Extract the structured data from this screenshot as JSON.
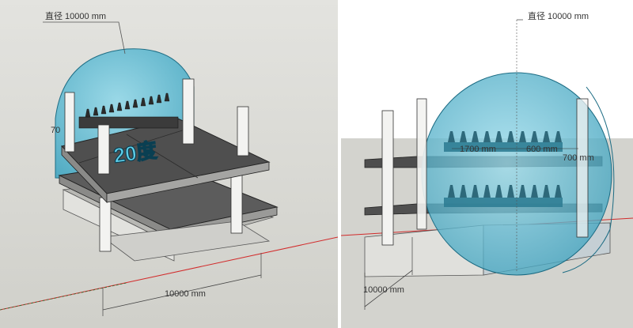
{
  "left_view": {
    "diameter_label": "直径 10000 mm",
    "width_label": "10000 mm",
    "side_label": "70",
    "sign_text": "20度"
  },
  "right_view": {
    "diameter_label": "直径 10000 mm",
    "width_label": "10000 mm",
    "dim_1700": "1700 mm",
    "dim_600": "600 mm",
    "dim_700": "700 mm"
  },
  "colors": {
    "sky": "#ffffff",
    "ground": "#d2d2cc",
    "sphere": "#4fb6d0",
    "slab": "#4a4a4a",
    "column": "#f0f0f0",
    "axis_red": "#d22b2b"
  }
}
